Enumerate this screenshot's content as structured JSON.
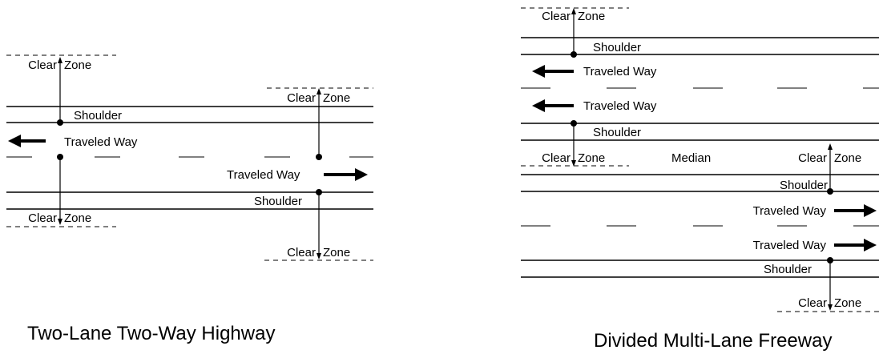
{
  "left_diagram": {
    "caption": "Two-Lane Two-Way Highway",
    "labels": {
      "clear_top_left": "Clear",
      "zone_top_left": "Zone",
      "clear_top_right": "Clear",
      "zone_top_right": "Zone",
      "shoulder_top": "Shoulder",
      "traveled_way_left": "Traveled Way",
      "traveled_way_right": "Traveled Way",
      "shoulder_bottom": "Shoulder",
      "clear_bottom_left": "Clear",
      "zone_bottom_left": "Zone",
      "clear_bottom_right": "Clear",
      "zone_bottom_right": "Zone"
    }
  },
  "right_diagram": {
    "caption": "Divided Multi-Lane Freeway",
    "labels": {
      "clear_top": "Clear",
      "zone_top": "Zone",
      "shoulder_1": "Shoulder",
      "traveled_way_1": "Traveled Way",
      "traveled_way_2": "Traveled Way",
      "shoulder_2": "Shoulder",
      "clear_median_left": "Clear",
      "zone_median_left": "Zone",
      "median": "Median",
      "clear_median_right": "Clear",
      "zone_median_right": "Zone",
      "shoulder_3": "Shoulder",
      "traveled_way_3": "Traveled Way",
      "traveled_way_4": "Traveled Way",
      "shoulder_4": "Shoulder",
      "clear_bottom": "Clear",
      "zone_bottom": "Zone"
    }
  }
}
